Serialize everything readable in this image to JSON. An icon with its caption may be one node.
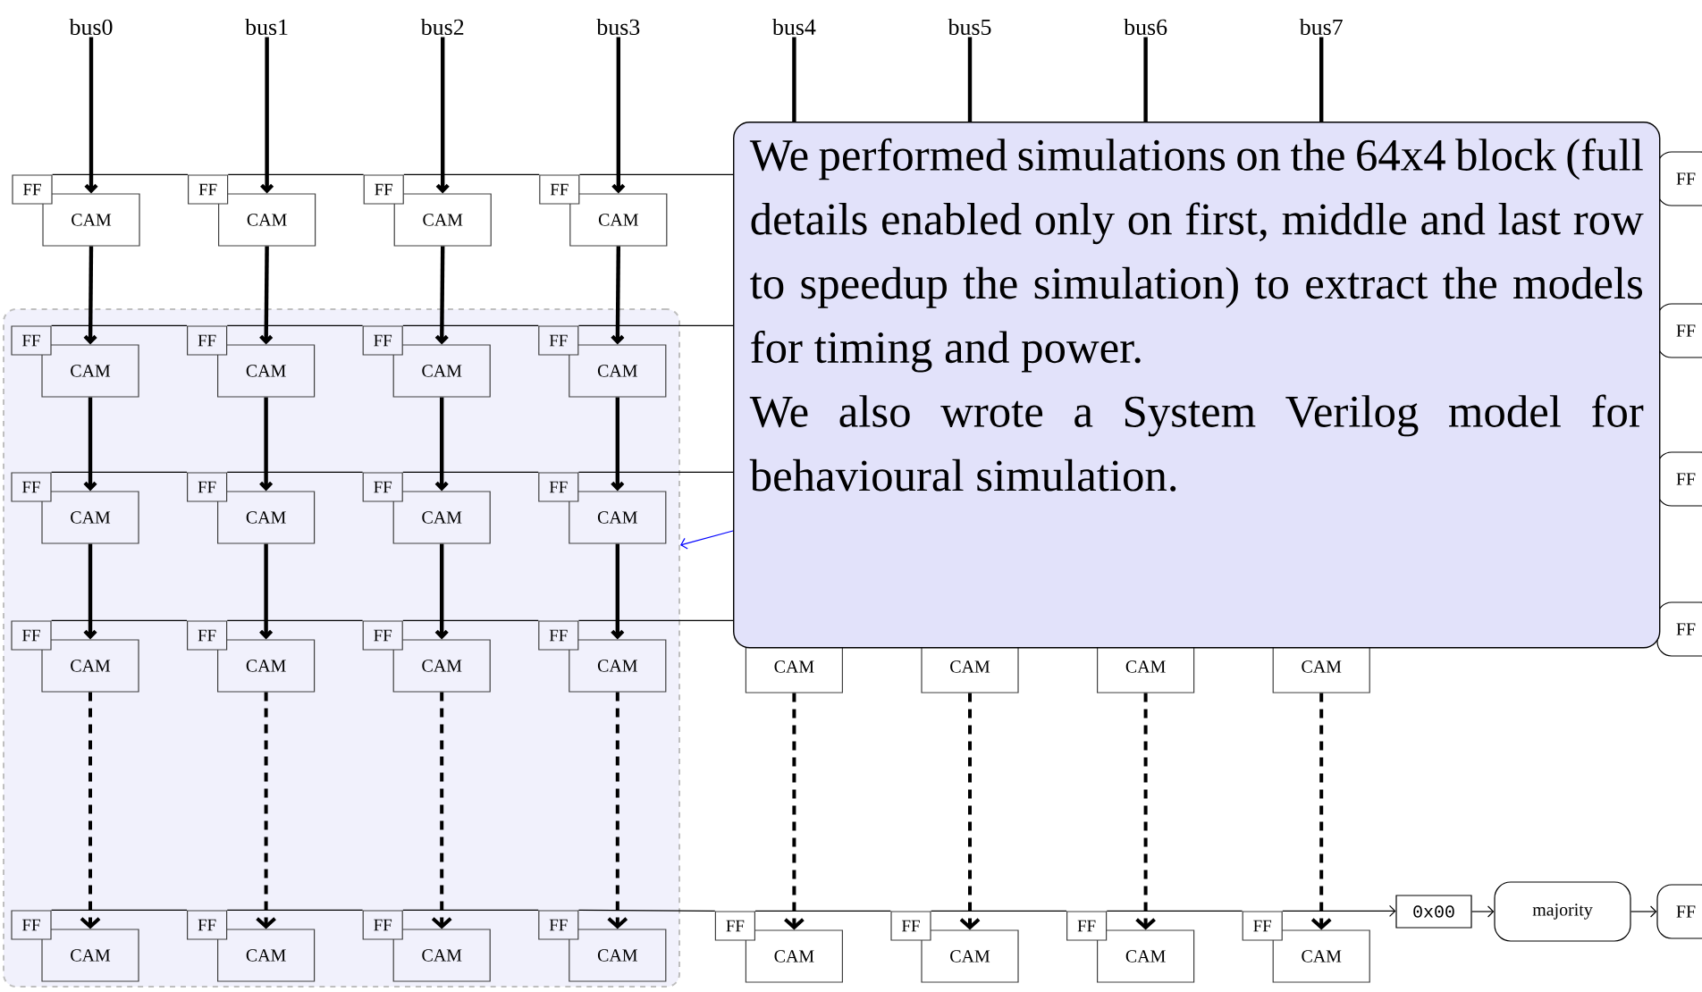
{
  "diagram": {
    "nodes": [
      {
        "text": [
          "bus0"
        ]
      },
      {
        "text": [
          "bus1"
        ]
      },
      {
        "text": [
          "bus2"
        ]
      },
      {
        "text": [
          "bus3"
        ]
      },
      {
        "text": [
          "bus4"
        ]
      },
      {
        "text": [
          "bus5"
        ]
      },
      {
        "text": [
          "bus6"
        ]
      },
      {
        "text": [
          "bus7"
        ]
      },
      {
        "text": [],
        "shape": "box"
      },
      {
        "text": [
          "FF"
        ]
      },
      {
        "text": [
          "CAM"
        ]
      },
      {
        "text": [
          "FF"
        ]
      },
      {
        "text": [
          "CAM"
        ]
      },
      {
        "text": [
          "FF"
        ]
      },
      {
        "text": [
          "CAM"
        ]
      },
      {
        "text": [
          "FF"
        ]
      },
      {
        "text": [
          "CAM"
        ]
      },
      {
        "text": [
          "FF"
        ]
      },
      {
        "text": [
          "FF"
        ],
        "in": 8
      },
      {
        "text": [
          "CAM"
        ],
        "in": 8
      },
      {
        "text": [
          "FF"
        ],
        "in": 8
      },
      {
        "text": [
          "CAM"
        ],
        "in": 8
      },
      {
        "text": [
          "FF"
        ],
        "in": 8
      },
      {
        "text": [
          "CAM"
        ],
        "in": 8
      },
      {
        "text": [
          "FF"
        ],
        "in": 8
      },
      {
        "text": [
          "CAM"
        ],
        "in": 8
      },
      {
        "text": [
          "FF"
        ]
      },
      {
        "text": [
          "FF"
        ],
        "in": 8
      },
      {
        "text": [
          "CAM"
        ],
        "in": 8
      },
      {
        "text": [
          "FF"
        ],
        "in": 8
      },
      {
        "text": [
          "CAM"
        ],
        "in": 8
      },
      {
        "text": [
          "FF"
        ],
        "in": 8
      },
      {
        "text": [
          "CAM"
        ],
        "in": 8
      },
      {
        "text": [
          "FF"
        ],
        "in": 8
      },
      {
        "text": [
          "CAM"
        ],
        "in": 8
      },
      {
        "text": [
          "FF"
        ]
      },
      {
        "text": [
          "FF"
        ],
        "in": 8
      },
      {
        "text": [
          "CAM"
        ],
        "in": 8
      },
      {
        "text": [
          "FF"
        ],
        "in": 8
      },
      {
        "text": [
          "CAM"
        ],
        "in": 8
      },
      {
        "text": [
          "FF"
        ],
        "in": 8
      },
      {
        "text": [
          "CAM"
        ],
        "in": 8
      },
      {
        "text": [
          "FF"
        ],
        "in": 8
      },
      {
        "text": [
          "CAM"
        ],
        "in": 8
      },
      {
        "text": [
          "CAM"
        ]
      },
      {
        "text": [
          "CAM"
        ]
      },
      {
        "text": [
          "CAM"
        ]
      },
      {
        "text": [
          "CAM"
        ]
      },
      {
        "text": [
          "FF"
        ]
      },
      {
        "text": [
          "FF"
        ],
        "in": 8
      },
      {
        "text": [
          "CAM"
        ],
        "in": 8
      },
      {
        "text": [
          "FF"
        ],
        "in": 8
      },
      {
        "text": [
          "CAM"
        ],
        "in": 8
      },
      {
        "text": [
          "FF"
        ],
        "in": 8
      },
      {
        "text": [
          "CAM"
        ],
        "in": 8
      },
      {
        "text": [
          "FF"
        ],
        "in": 8
      },
      {
        "text": [
          "CAM"
        ],
        "in": 8
      },
      {
        "text": [
          "FF"
        ]
      },
      {
        "text": [
          "CAM"
        ]
      },
      {
        "text": [
          "FF"
        ]
      },
      {
        "text": [
          "CAM"
        ]
      },
      {
        "text": [
          "FF"
        ]
      },
      {
        "text": [
          "CAM"
        ]
      },
      {
        "text": [
          "FF"
        ]
      },
      {
        "text": [
          "CAM"
        ]
      },
      {
        "text": [
          "0x00"
        ]
      },
      {
        "text": [
          "majority"
        ]
      },
      {
        "text": [
          "FF"
        ]
      },
      {
        "text": [
          "We performed simulations on the 64x4 block (full details enabled only on first, middle and last row to speedup the simulation) to extract the models for timing and power.",
          "We also wrote a System Verilog model for behavioural simulation."
        ]
      }
    ],
    "edges": [
      {
        "from": 0,
        "to": 10,
        "arrow": "to"
      },
      {
        "from": 1,
        "to": 12,
        "arrow": "to"
      },
      {
        "from": 2,
        "to": 14,
        "arrow": "to"
      },
      {
        "from": 3,
        "to": 16,
        "arrow": "to"
      },
      {
        "from": 4,
        "to": 68,
        "arrow": "none"
      },
      {
        "from": 5,
        "to": 68,
        "arrow": "none"
      },
      {
        "from": 6,
        "to": 68,
        "arrow": "none"
      },
      {
        "from": 7,
        "to": 68,
        "arrow": "none"
      },
      {
        "from": 10,
        "to": 19,
        "arrow": "to"
      },
      {
        "from": 12,
        "to": 21,
        "arrow": "to"
      },
      {
        "from": 14,
        "to": 23,
        "arrow": "to"
      },
      {
        "from": 16,
        "to": 25,
        "arrow": "to"
      },
      {
        "from": 19,
        "to": 28,
        "arrow": "to"
      },
      {
        "from": 21,
        "to": 30,
        "arrow": "to"
      },
      {
        "from": 23,
        "to": 32,
        "arrow": "to"
      },
      {
        "from": 25,
        "to": 34,
        "arrow": "to"
      },
      {
        "from": 28,
        "to": 37,
        "arrow": "to"
      },
      {
        "from": 30,
        "to": 39,
        "arrow": "to"
      },
      {
        "from": 32,
        "to": 41,
        "arrow": "to"
      },
      {
        "from": 34,
        "to": 43,
        "arrow": "to"
      },
      {
        "from": 37,
        "to": 50,
        "arrow": "to",
        "style": "dashed"
      },
      {
        "from": 39,
        "to": 52,
        "arrow": "to",
        "style": "dashed"
      },
      {
        "from": 41,
        "to": 54,
        "arrow": "to",
        "style": "dashed"
      },
      {
        "from": 43,
        "to": 56,
        "arrow": "to",
        "style": "dashed"
      },
      {
        "from": 44,
        "to": 58,
        "arrow": "to",
        "style": "dashed"
      },
      {
        "from": 45,
        "to": 60,
        "arrow": "to",
        "style": "dashed"
      },
      {
        "from": 46,
        "to": 62,
        "arrow": "to",
        "style": "dashed"
      },
      {
        "from": 47,
        "to": 64,
        "arrow": "to",
        "style": "dashed"
      },
      {
        "from": 9,
        "to": 11,
        "arrow": "none"
      },
      {
        "from": 11,
        "to": 13,
        "arrow": "none"
      },
      {
        "from": 13,
        "to": 15,
        "arrow": "none"
      },
      {
        "from": 15,
        "to": 68,
        "arrow": "none"
      },
      {
        "from": 18,
        "to": 20,
        "arrow": "none"
      },
      {
        "from": 20,
        "to": 22,
        "arrow": "none"
      },
      {
        "from": 22,
        "to": 24,
        "arrow": "none"
      },
      {
        "from": 24,
        "to": 68,
        "arrow": "none"
      },
      {
        "from": 27,
        "to": 29,
        "arrow": "none"
      },
      {
        "from": 29,
        "to": 31,
        "arrow": "none"
      },
      {
        "from": 31,
        "to": 33,
        "arrow": "none"
      },
      {
        "from": 33,
        "to": 68,
        "arrow": "none"
      },
      {
        "from": 36,
        "to": 38,
        "arrow": "none"
      },
      {
        "from": 38,
        "to": 40,
        "arrow": "none"
      },
      {
        "from": 40,
        "to": 42,
        "arrow": "none"
      },
      {
        "from": 42,
        "to": 68,
        "arrow": "none"
      },
      {
        "from": 49,
        "to": 51,
        "arrow": "none"
      },
      {
        "from": 51,
        "to": 53,
        "arrow": "none"
      },
      {
        "from": 53,
        "to": 55,
        "arrow": "none"
      },
      {
        "from": 55,
        "to": 57,
        "arrow": "none"
      },
      {
        "from": 57,
        "to": 59,
        "arrow": "none"
      },
      {
        "from": 59,
        "to": 61,
        "arrow": "none"
      },
      {
        "from": 61,
        "to": 63,
        "arrow": "none"
      },
      {
        "from": 63,
        "to": 65,
        "arrow": "to"
      },
      {
        "from": 65,
        "to": 66,
        "arrow": "to"
      },
      {
        "from": 66,
        "to": 67,
        "arrow": "to"
      },
      {
        "from": 68,
        "to": 8,
        "arrow": "to",
        "color": "#0000ff"
      }
    ]
  }
}
